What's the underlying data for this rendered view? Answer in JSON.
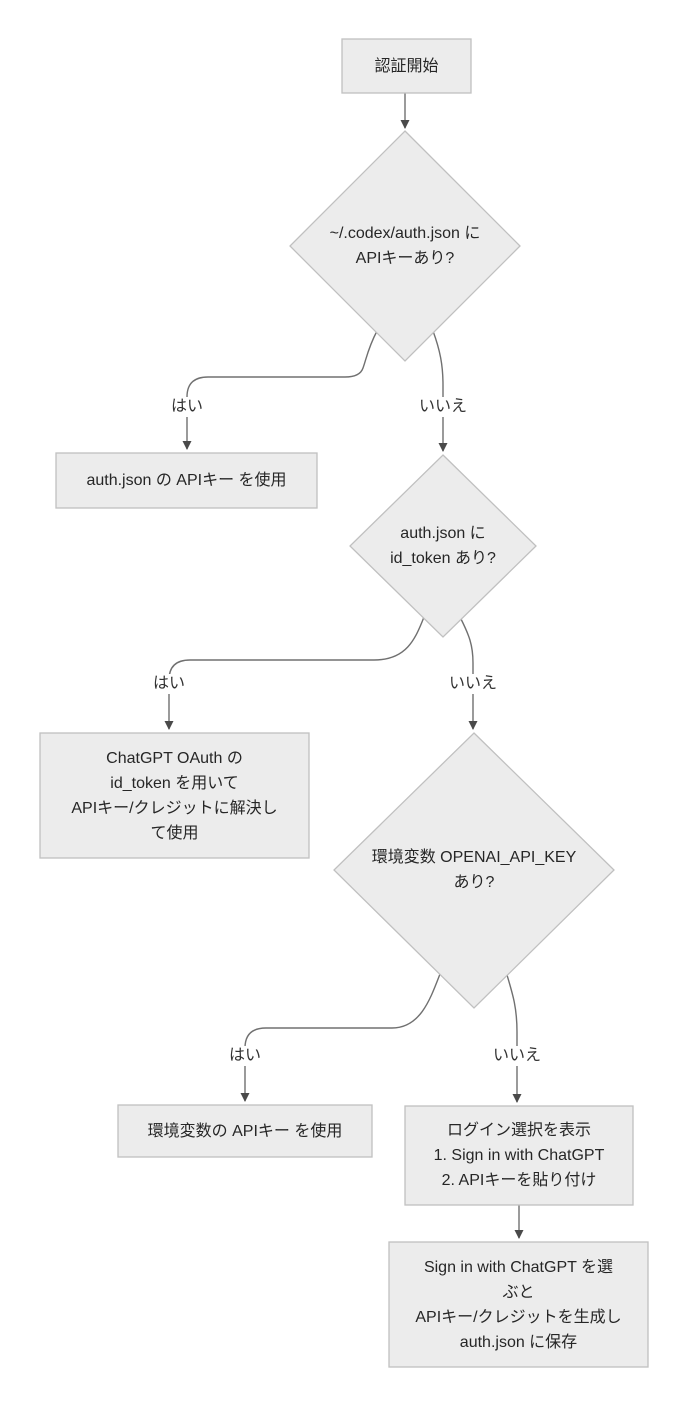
{
  "theme": {
    "background": "#ffffff",
    "node_fill": "#ececec",
    "node_stroke": "#c0c0c0",
    "edge_color": "#707070",
    "arrow_color": "#4a4a4a",
    "text_color": "#262626",
    "label_color": "#333333",
    "label_bg": "#ffffff"
  },
  "flowchart": {
    "nodes": {
      "start": {
        "type": "process",
        "label": "認証開始"
      },
      "check_authjson_key": {
        "type": "decision",
        "label": "~/.codex/auth.json に\nAPIキーあり?"
      },
      "use_authjson_key": {
        "type": "process",
        "label": "auth.json の APIキー を使用"
      },
      "check_id_token": {
        "type": "decision",
        "label": "auth.json に\nid_token あり?"
      },
      "resolve_oauth": {
        "type": "process",
        "label": "ChatGPT OAuth の\nid_token を用いて\nAPIキー/クレジットに解決し\nて使用"
      },
      "check_env_var": {
        "type": "decision",
        "label": "環境変数 OPENAI_API_KEY\nあり?"
      },
      "use_env_key": {
        "type": "process",
        "label": "環境変数の APIキー を使用"
      },
      "show_login_choice": {
        "type": "process",
        "label": "ログイン選択を表示\n1. Sign in with ChatGPT\n2. APIキーを貼り付け"
      },
      "signin_saves_key": {
        "type": "process",
        "label": "Sign in with ChatGPT を選\nぶと\nAPIキー/クレジットを生成し\nauth.json に保存"
      }
    },
    "edge_labels": {
      "yes1": "はい",
      "no1": "いいえ",
      "yes2": "はい",
      "no2": "いいえ",
      "yes3": "はい",
      "no3": "いいえ"
    }
  }
}
